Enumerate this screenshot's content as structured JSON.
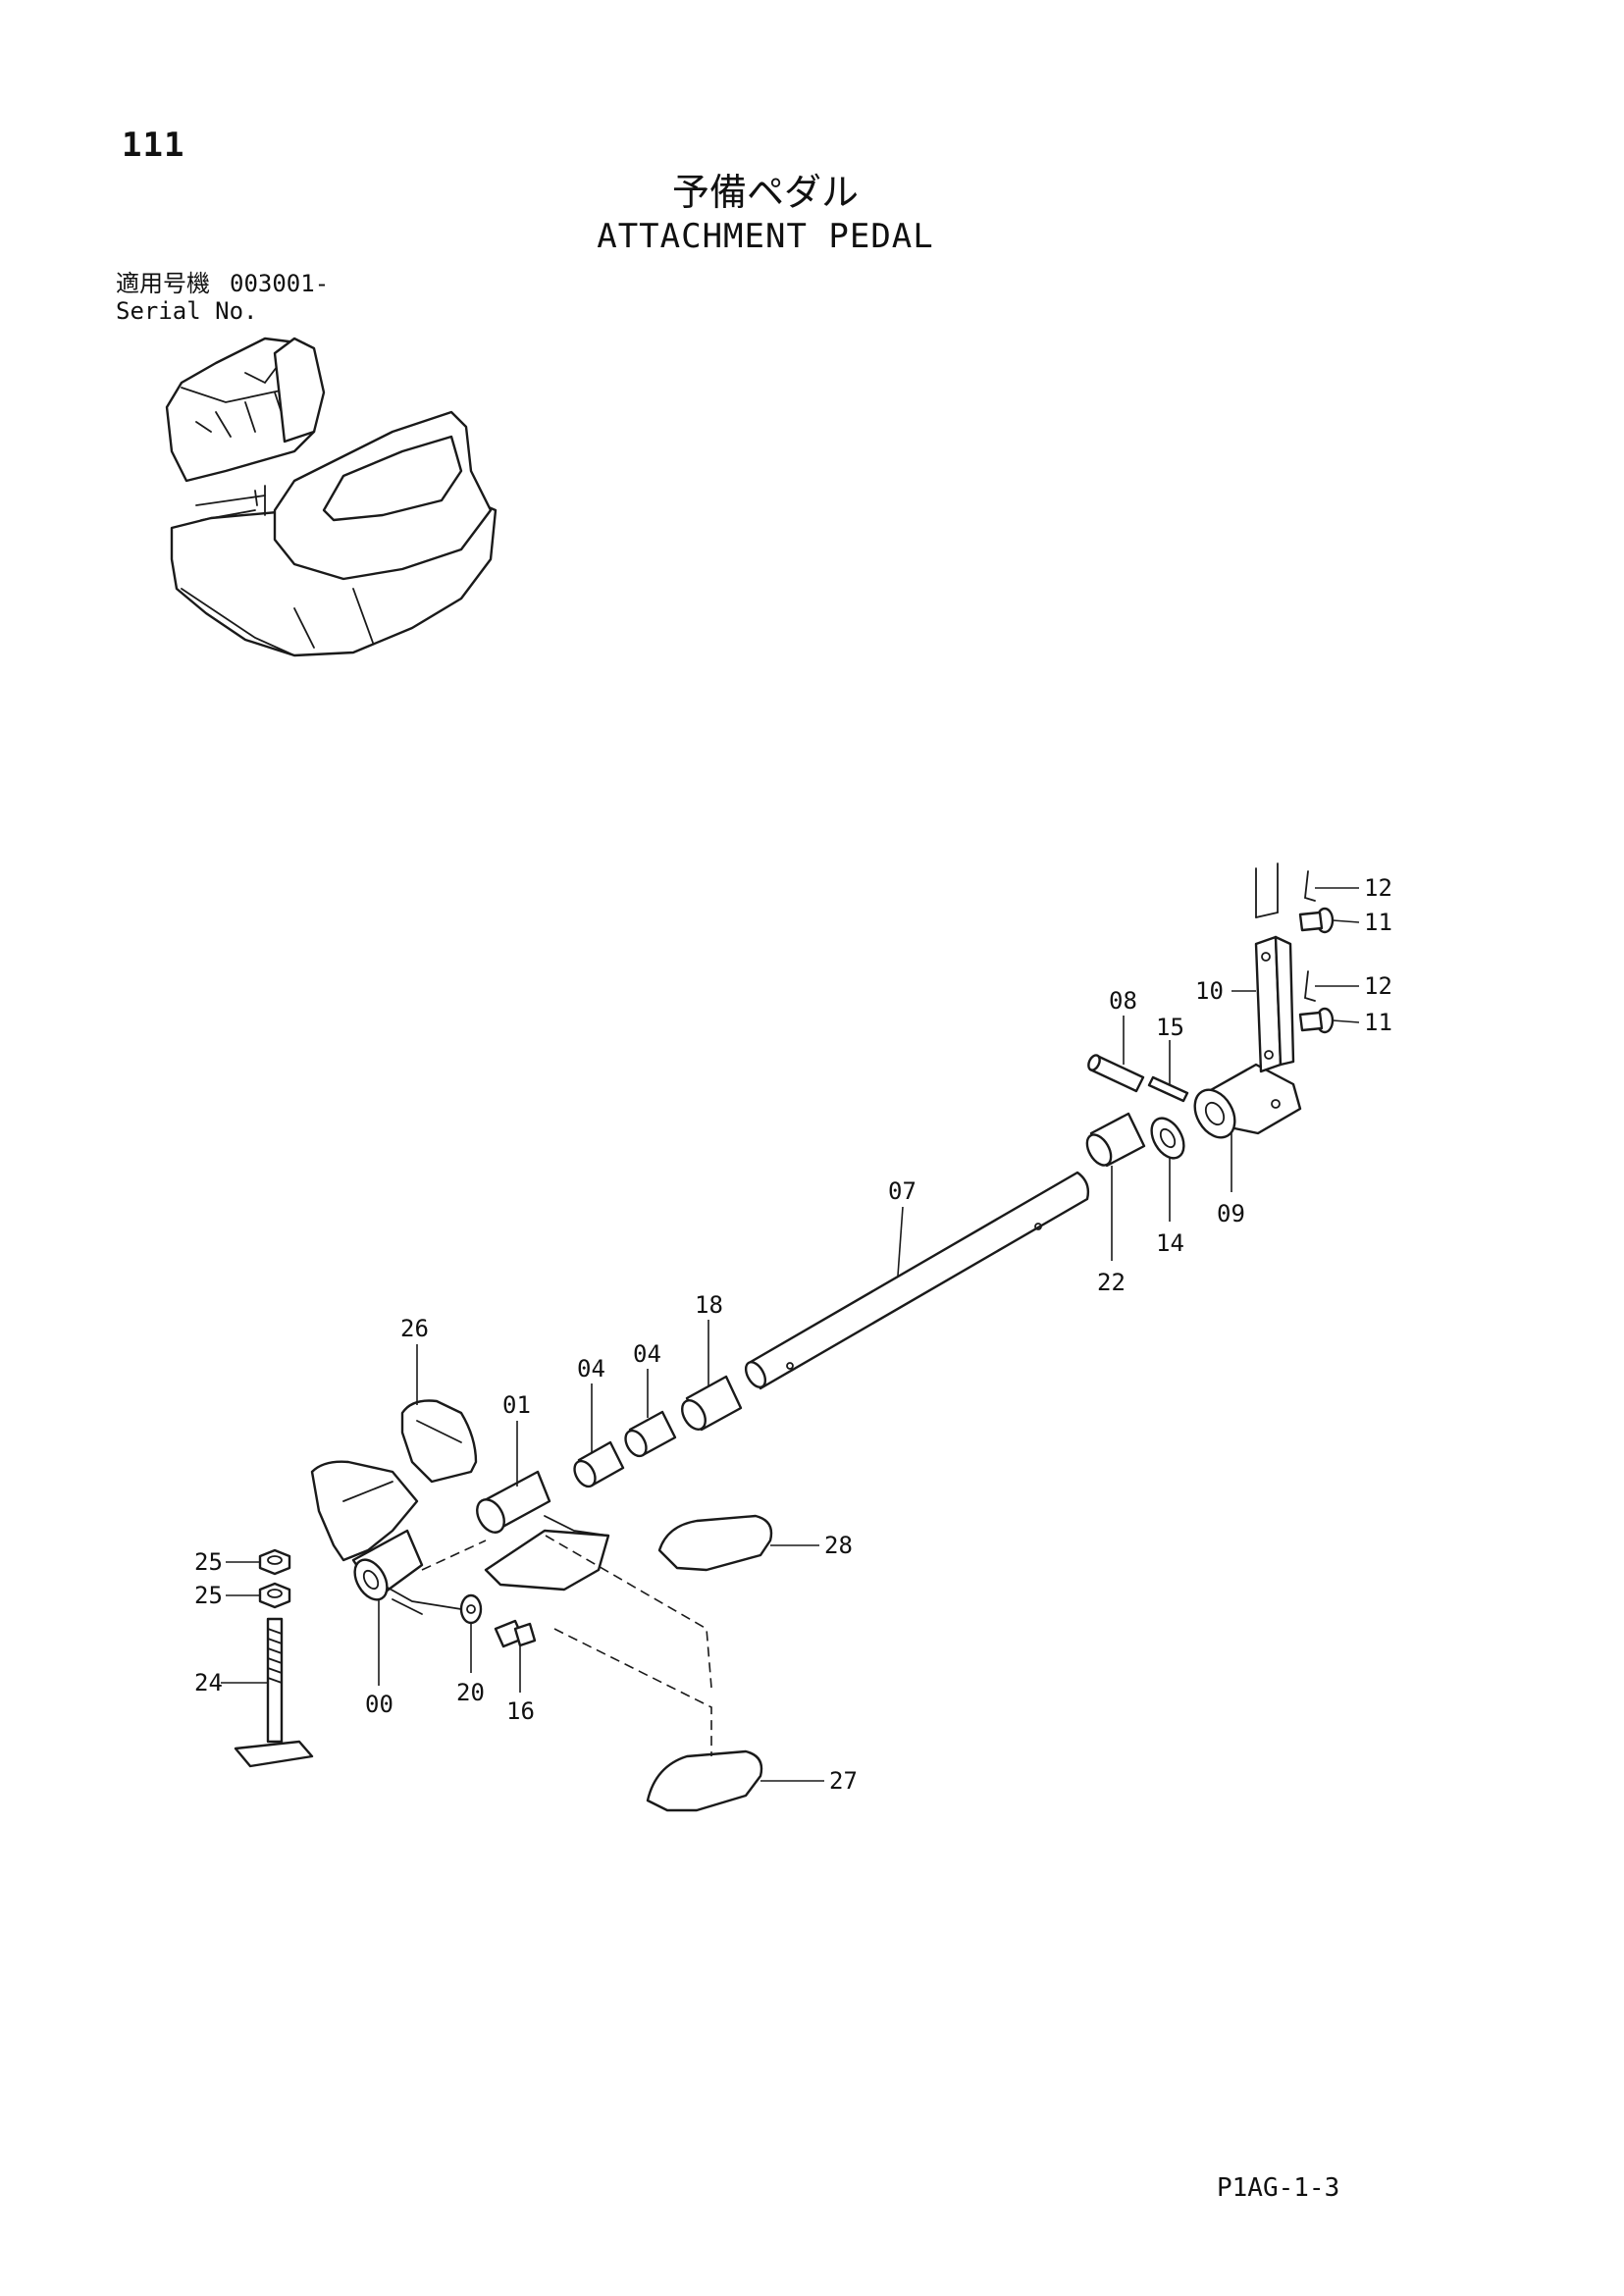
{
  "page_number": "111",
  "title_jp": "予備ペダル",
  "title_en": "ATTACHMENT PEDAL",
  "serial": {
    "label_jp": "適用号機",
    "value": "003001-",
    "label_en": "Serial No."
  },
  "doc_code": "P1AG-1-3",
  "callouts": {
    "c00": "00",
    "c01": "01",
    "c04a": "04",
    "c04b": "04",
    "c07": "07",
    "c08": "08",
    "c09": "09",
    "c10": "10",
    "c11a": "11",
    "c11b": "11",
    "c12a": "12",
    "c12b": "12",
    "c14": "14",
    "c15": "15",
    "c16": "16",
    "c18": "18",
    "c20": "20",
    "c22": "22",
    "c24": "24",
    "c25a": "25",
    "c25b": "25",
    "c26": "26",
    "c27": "27",
    "c28": "28"
  }
}
